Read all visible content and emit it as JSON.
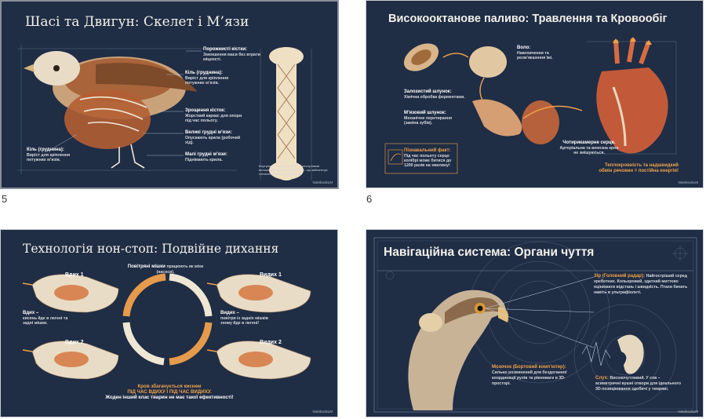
{
  "slides": [
    {
      "number": "5",
      "title": "Шасі та Двигун: Скелет і М’язи",
      "labels": [
        {
          "head": "Порожнисті кістки:",
          "body": "Зменшення маси без втрати міцності."
        },
        {
          "head": "Кіль (груднина):",
          "body": "Виріст для кріплення потужних м’язів."
        },
        {
          "head": "Зрощення кісток:",
          "body": "Жорсткий каркас для опори під час польоту."
        },
        {
          "head": "Великі грудні м’язи:",
          "body": "Опускають крила (робочий хід)."
        },
        {
          "head": "Малі грудні м’язи:",
          "body": "Піднімають крила."
        },
        {
          "head": "Кіль (груднина):",
          "body": "Виріст для кріплення потужних м’язів."
        }
      ],
      "caption": "Внутрішня структура кістки зі сполучними волокнами-ребрами жорсткості, що забезпечує легкість і міцність конструкції.",
      "watermark": "NotebookLM"
    },
    {
      "number": "6",
      "title": "Високооктанове паливо: Травлення та Кровообіг",
      "labels": [
        {
          "head": "Воло:",
          "body": "Накопичення та розм’якшення їжі."
        },
        {
          "head": "Залозистий шлунок:",
          "body": "Хімічна обробка ферментами."
        },
        {
          "head": "М’язовий шлунок:",
          "body": "Механічне перетирання (заміна зубів)."
        },
        {
          "head": "Чотирикамерне серце.",
          "body": "Артеріальна та венозна кров не змішуються."
        }
      ],
      "fact_head": "Пізнавальний факт:",
      "fact_body": "Під час польоту серце колібрі може битися до 1200 разів на хвилину!",
      "bottom_line1": "Теплокровність та надшвидкий",
      "bottom_line2": "обмін речовин = постійна енергія!",
      "watermark": "NotebookLM"
    },
    {
      "number": "",
      "title": "Технологія нон-стоп: Подвійне дихання",
      "inhale1": "Вдих 1",
      "exhale1": "Видих 1",
      "inhale2": "Вдих 2",
      "exhale2": "Видих 2",
      "center_head": "Повітряні мішки",
      "center_body": "працюють як міхи (насоси).",
      "left_head": "Вдих –",
      "left_body": "кисень йде в легені та задні мішки.",
      "right_head": "Видих –",
      "right_body": "повітря із задніх мішків знову йде в легені!",
      "bottom_line1": "Кров збагачується киснем",
      "bottom_line2": "ПІД ЧАС ВДИХУ І ПІД ЧАС ВИДИХУ.",
      "bottom_line3": "Жоден інший клас тварин не має такої ефективності!",
      "watermark": "NotebookLM"
    },
    {
      "number": "",
      "title": "Навігаційна система: Органи чуття",
      "vision_head": "Зір (Головний радар):",
      "vision_body": "Найгостріший серед хребетних. Кольоровий, здатний миттєво оцінювати відстань і швидкість. Птахи бачать навіть в ультрафіолеті.",
      "brain_head": "Мозочок (Бортовий комп’ютер):",
      "brain_body": "Сильно розвинений для бездоганної координації рухів та рівноваги в 3D-просторі.",
      "hearing_head": "Слух:",
      "hearing_body": "Високочутливий. У сов – асиметричні вушні отвори для ідеального 3D-позиціювання здобичі у темряві.",
      "watermark": "NotebookLM"
    }
  ]
}
